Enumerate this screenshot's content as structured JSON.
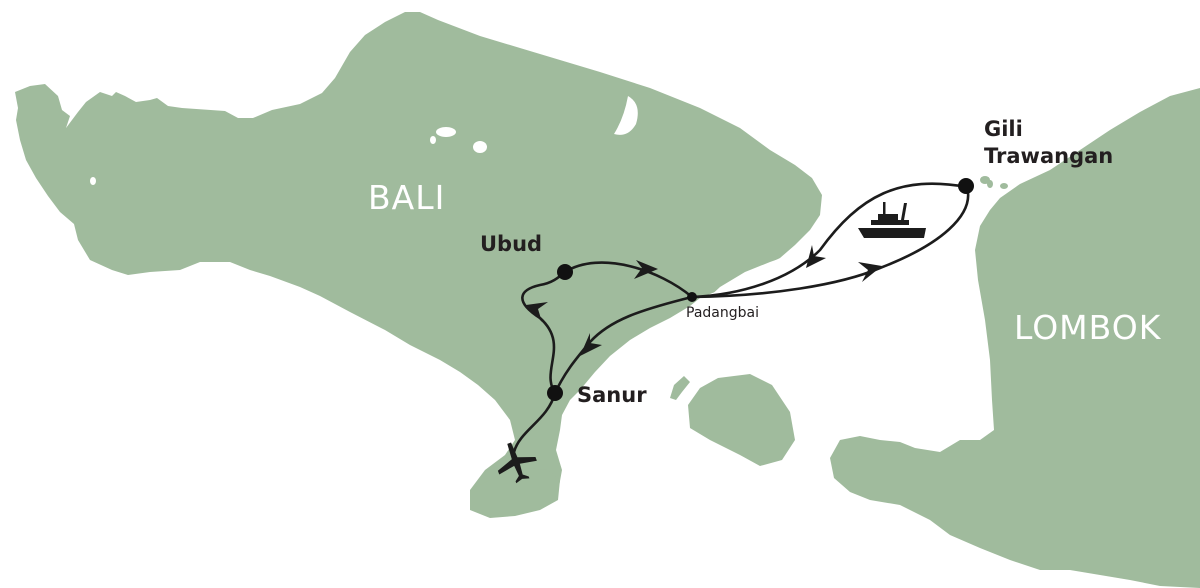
{
  "map": {
    "colors": {
      "land": "#a0bb9d",
      "sea": "#ffffff",
      "route": "#1c1c1c",
      "island_label": "#ffffff",
      "town_label": "#231f20"
    },
    "islands": [
      {
        "name": "BALI"
      },
      {
        "name": "LOMBOK"
      }
    ],
    "stops": [
      {
        "name": "Ubud"
      },
      {
        "name": "Sanur"
      },
      {
        "name": "Padangbai"
      },
      {
        "name": "Gili",
        "name_line2": "Trawangan"
      }
    ],
    "icons": [
      {
        "name": "airplane-icon",
        "location": "airport near Sanur"
      },
      {
        "name": "ferry-icon",
        "location": "between Padangbai and Gili Trawangan"
      }
    ],
    "route": [
      "Airport",
      "Sanur",
      "Ubud",
      "Padangbai",
      "Gili Trawangan",
      "Padangbai",
      "Sanur"
    ]
  }
}
